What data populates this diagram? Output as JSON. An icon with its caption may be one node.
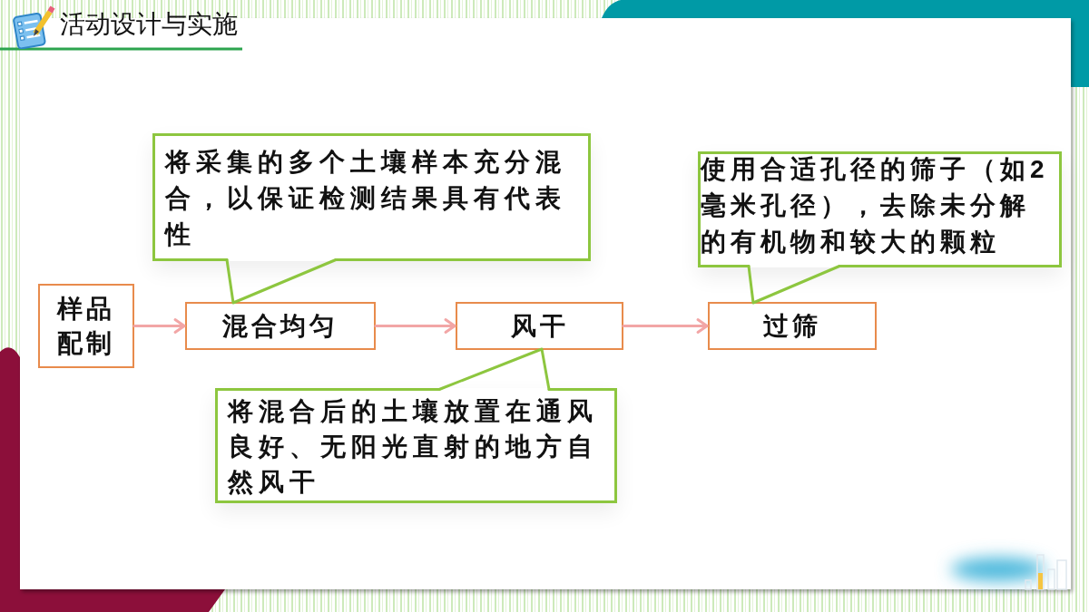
{
  "diagram": {
    "title": "活动设计与实施",
    "nodes": [
      {
        "text": [
          "样品配制"
        ]
      },
      {
        "text": [
          "混合均匀"
        ]
      },
      {
        "text": [
          "风干"
        ]
      },
      {
        "text": [
          "过筛"
        ]
      },
      {
        "text": [
          "将采集的多个土壤样本充分混合，以保证检测结果具有代表性"
        ]
      },
      {
        "text": [
          "将混合后的土壤放置在通风良好、无阳光直射的地方自然风干"
        ]
      },
      {
        "text": [
          "使用合适孔径的筛子（如2毫米孔径），去除未分解的有机物和较大的颗粒"
        ]
      }
    ],
    "edges": [
      {
        "from": 0,
        "to": 1,
        "arrow": "to"
      },
      {
        "from": 1,
        "to": 2,
        "arrow": "to"
      },
      {
        "from": 2,
        "to": 3,
        "arrow": "to"
      },
      {
        "from": 4,
        "to": 1,
        "arrow": "none",
        "color": "#8dc63f"
      },
      {
        "from": 5,
        "to": 2,
        "arrow": "none",
        "color": "#8dc63f"
      },
      {
        "from": 6,
        "to": 3,
        "arrow": "none",
        "color": "#8dc63f"
      }
    ]
  }
}
